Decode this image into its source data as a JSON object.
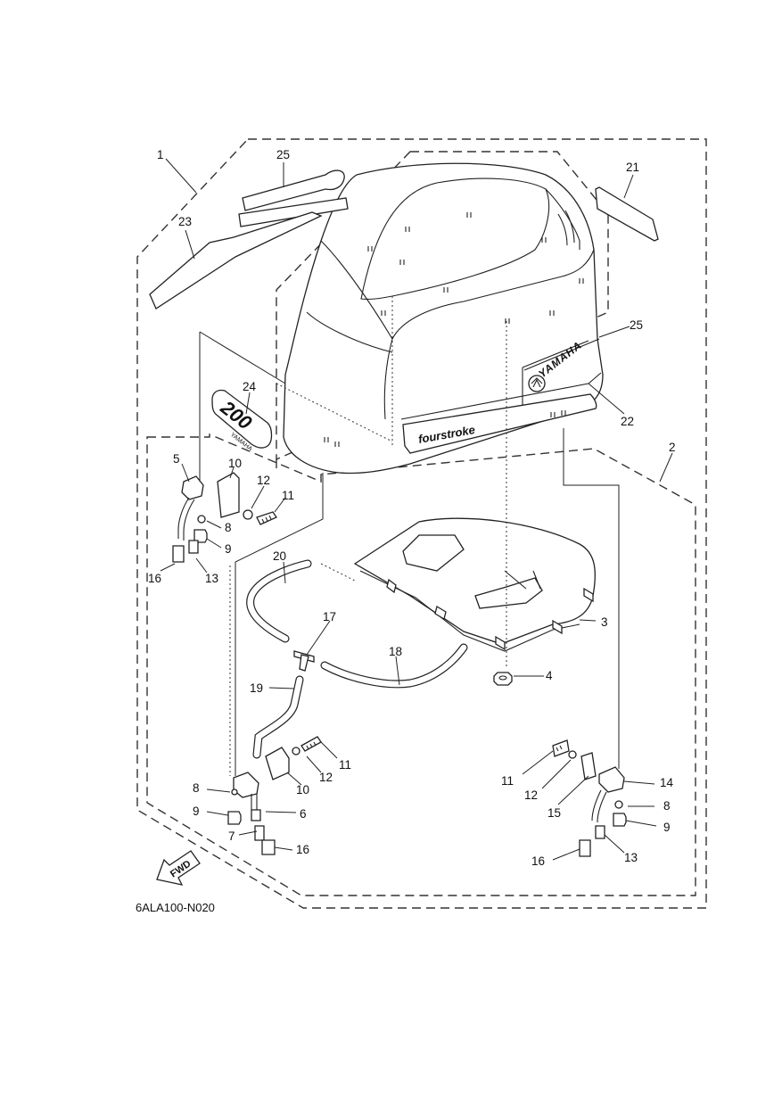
{
  "diagram": {
    "code": "6ALA100-N020",
    "fwd": "FWD",
    "cowling": {
      "logo": "YAMAHA",
      "model": "200",
      "stripe": "fourstroke"
    },
    "callouts": {
      "p1": "1",
      "p2": "2",
      "p3": "3",
      "p4": "4",
      "p5": "5",
      "p10a": "10",
      "p12a": "12",
      "p11a": "11",
      "p8a": "8",
      "p9a": "9",
      "p16a": "16",
      "p13a": "13",
      "p20": "20",
      "p17": "17",
      "p18": "18",
      "p19": "19",
      "p11b": "11",
      "p12b": "12",
      "p10b": "10",
      "p8b": "8",
      "p9b": "9",
      "p6": "6",
      "p7": "7",
      "p16b": "16",
      "p11c": "11",
      "p12c": "12",
      "p15": "15",
      "p14": "14",
      "p8c": "8",
      "p9c": "9",
      "p16c": "16",
      "p13c": "13",
      "p21": "21",
      "p22": "22",
      "p23": "23",
      "p24": "24",
      "p25a": "25",
      "p25b": "25"
    }
  }
}
